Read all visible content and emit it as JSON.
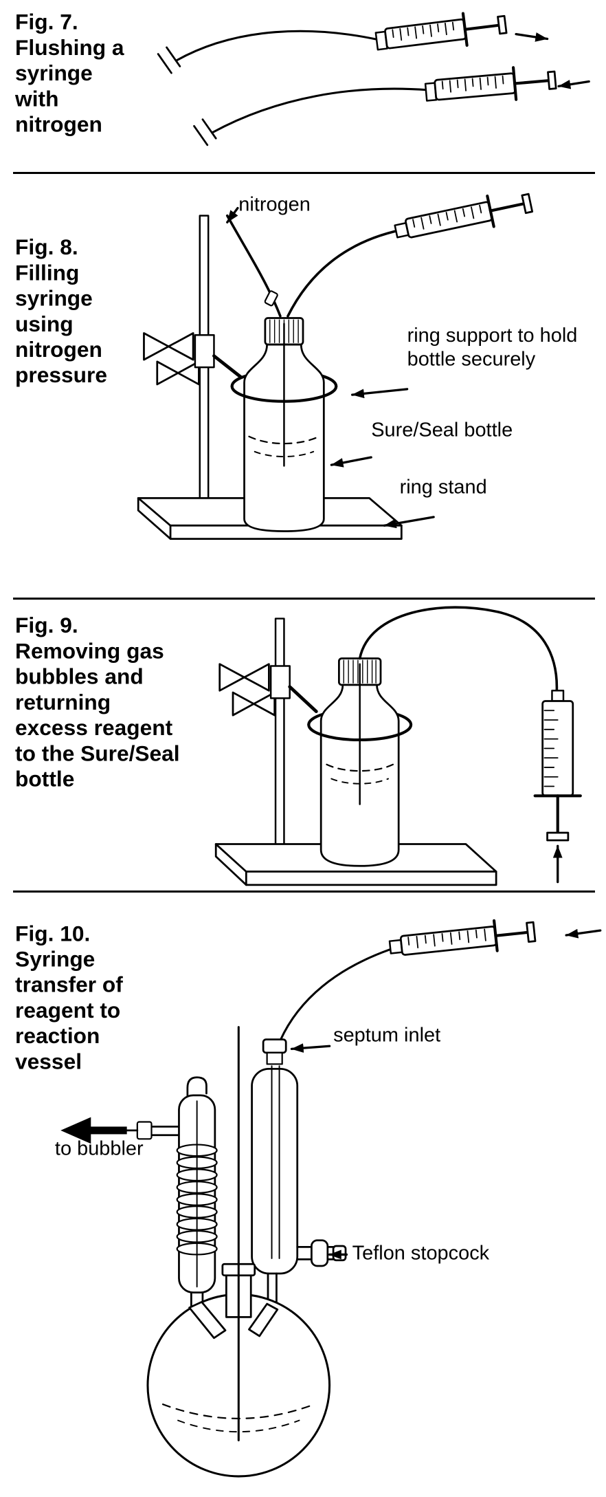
{
  "page": {
    "bg": "#ffffff",
    "ink": "#000000"
  },
  "figures": [
    {
      "id": "fig-7",
      "caption": "Fig. 7.\nFlushing a\nsyringe\nwith\nnitrogen",
      "labels": {}
    },
    {
      "id": "fig-8",
      "caption": "Fig. 8.\nFilling\nsyringe\nusing\nnitrogen\npressure",
      "labels": {
        "nitrogen": "nitrogen",
        "ring_support": "ring support to hold\nbottle securely",
        "sure_seal": "Sure/Seal bottle",
        "ring_stand": "ring stand"
      }
    },
    {
      "id": "fig-9",
      "caption": "Fig. 9.\nRemoving gas\nbubbles and\nreturning\nexcess reagent\nto the Sure/Seal\nbottle",
      "labels": {}
    },
    {
      "id": "fig-10",
      "caption": "Fig. 10.\nSyringe\ntransfer of\nreagent to\nreaction\nvessel",
      "labels": {
        "septum_inlet": "septum inlet",
        "to_bubbler": "to bubbler",
        "teflon_stopcock": "Teflon stopcock"
      }
    }
  ]
}
